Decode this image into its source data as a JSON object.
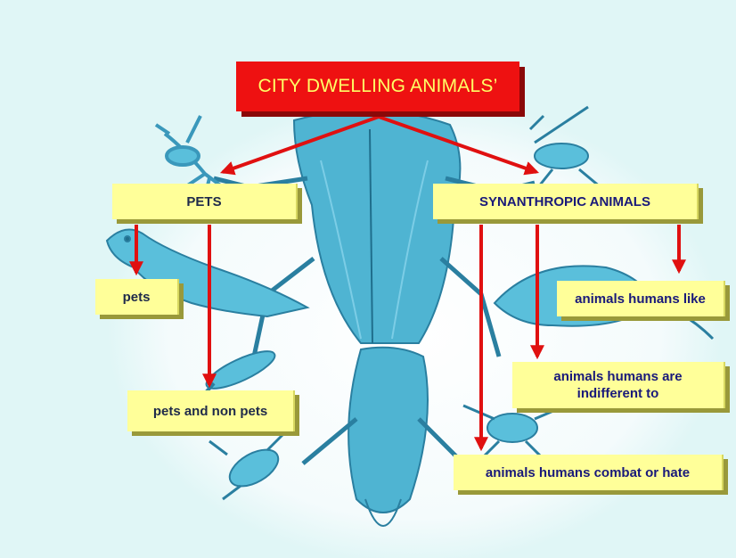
{
  "title": "CITY DWELLING ANIMALS’",
  "left": {
    "heading": "PETS",
    "items": [
      "pets",
      "pets and non pets"
    ]
  },
  "right": {
    "heading": "SYNANTHROPIC ANIMALS",
    "items": [
      "animals humans like",
      "animals humans are indifferent to",
      "animals humans combat or hate"
    ]
  },
  "colors": {
    "background": "#e0f6f6",
    "title_fill": "#ee1111",
    "title_text": "#ffff66",
    "box_fill": "#ffff99",
    "arrow": "#e01010",
    "illustration": "#4fb4d2"
  }
}
